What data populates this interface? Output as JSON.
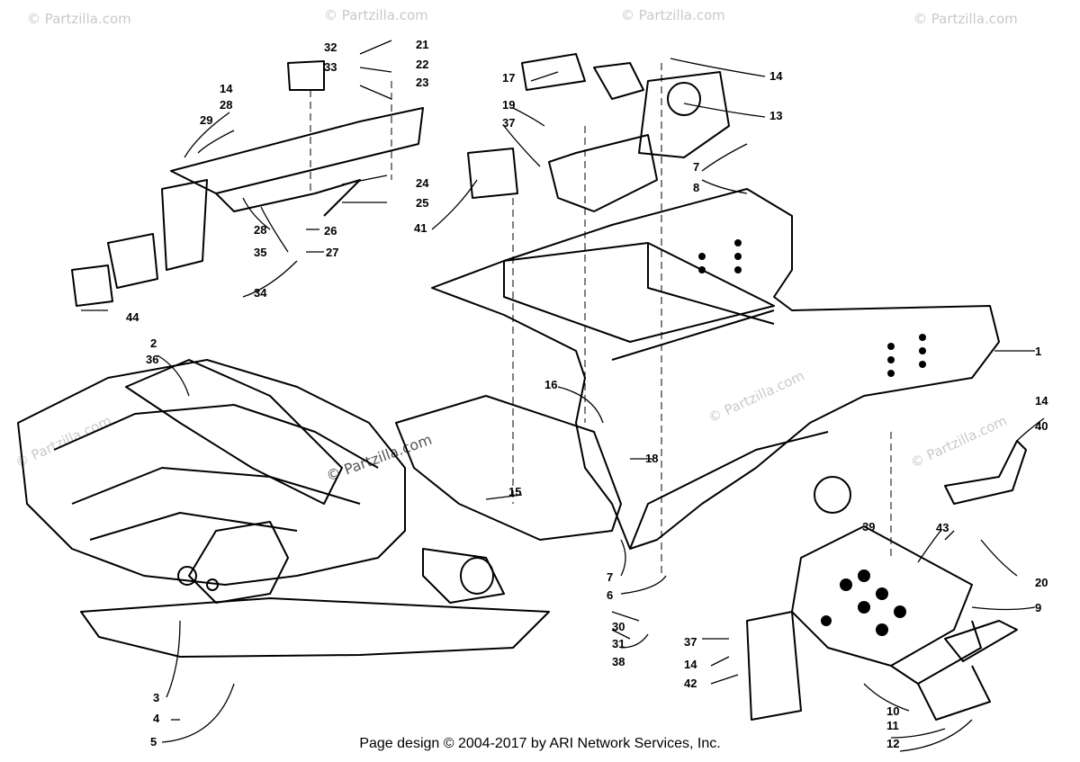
{
  "watermarks": {
    "copyright_small": "© Partzilla.com",
    "copyright_center": "© Partzilla.com"
  },
  "callouts": [
    "1",
    "2",
    "36",
    "3",
    "4",
    "5",
    "6",
    "7",
    "8",
    "9",
    "10",
    "11",
    "12",
    "13",
    "14",
    "15",
    "16",
    "17",
    "18",
    "19",
    "20",
    "21",
    "22",
    "23",
    "24",
    "25",
    "26",
    "27",
    "28",
    "29",
    "30",
    "31",
    "32",
    "33",
    "34",
    "35",
    "37",
    "38",
    "39",
    "40",
    "41",
    "42",
    "43",
    "44"
  ],
  "footer": {
    "text": "Page design © 2004-2017 by ARI Network Services, Inc."
  }
}
